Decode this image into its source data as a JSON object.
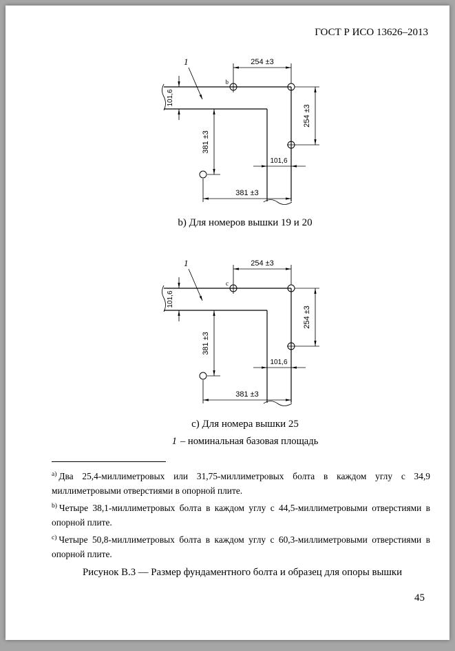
{
  "page": {
    "header": "ГОСТ Р ИСО 13626–2013",
    "page_number": "45"
  },
  "diagrams": {
    "b": {
      "marker": "b",
      "leader_label": "1",
      "dim_top": "254 ±3",
      "dim_left_width": "101,6",
      "dim_left_height": "381 ±3",
      "dim_right_height": "254 ±3",
      "dim_right_width": "101,6",
      "dim_bottom": "381 ±3",
      "caption": "b) Для номеров вышки 19 и 20"
    },
    "c": {
      "marker": "c",
      "leader_label": "1",
      "dim_top": "254 ±3",
      "dim_left_width": "101,6",
      "dim_left_height": "381 ±3",
      "dim_right_height": "254 ±3",
      "dim_right_width": "101,6",
      "dim_bottom": "381 ±3",
      "caption": "c) Для номера вышки 25"
    }
  },
  "legend": {
    "number": "1",
    "text": "– номинальная базовая площадь"
  },
  "footnotes": [
    {
      "marker": "а)",
      "text": "Два 25,4-миллиметровых или 31,75-миллиметровых болта в каждом углу с 34,9 миллиметровыми отверстиями в опорной плите."
    },
    {
      "marker": "b)",
      "text": "Четыре 38,1-миллиметровых болта в каждом углу с 44,5-миллиметровыми отверстиями в опорной плите."
    },
    {
      "marker": "c)",
      "text": "Четыре 50,8-миллиметровых болта в каждом углу с 60,3-миллиметровыми отверстиями в опорной плите."
    }
  ],
  "figure_caption": "Рисунок В.3 — Размер фундаментного болта и образец для опоры вышки"
}
